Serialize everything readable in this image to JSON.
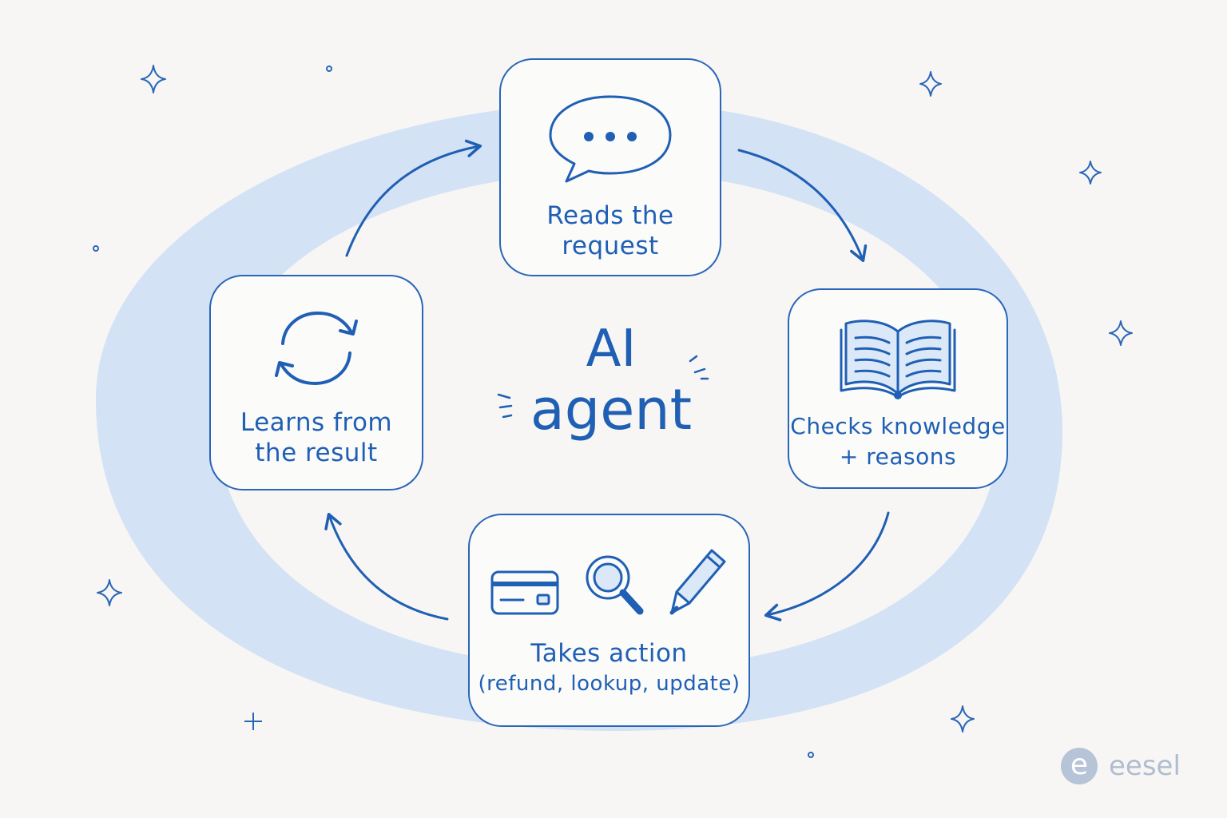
{
  "center": {
    "line1": "AI",
    "line2": "agent"
  },
  "steps": {
    "read": {
      "line1": "Reads the",
      "line2": "request",
      "icon": "speech-bubble-icon"
    },
    "check": {
      "line1": "Checks knowledge",
      "line2": "+ reasons",
      "icon": "open-book-icon"
    },
    "action": {
      "line1": "Takes action",
      "line2": "(refund, lookup, update)",
      "icons": [
        "credit-card-icon",
        "magnifier-icon",
        "pencil-icon"
      ]
    },
    "learn": {
      "line1": "Learns from",
      "line2": "the result",
      "icon": "refresh-icon"
    }
  },
  "brand": {
    "mark": "e",
    "name": "eesel"
  },
  "colors": {
    "ink": "#1f5fb4",
    "ring": "#cfe0f5",
    "background": "#f7f6f4"
  }
}
